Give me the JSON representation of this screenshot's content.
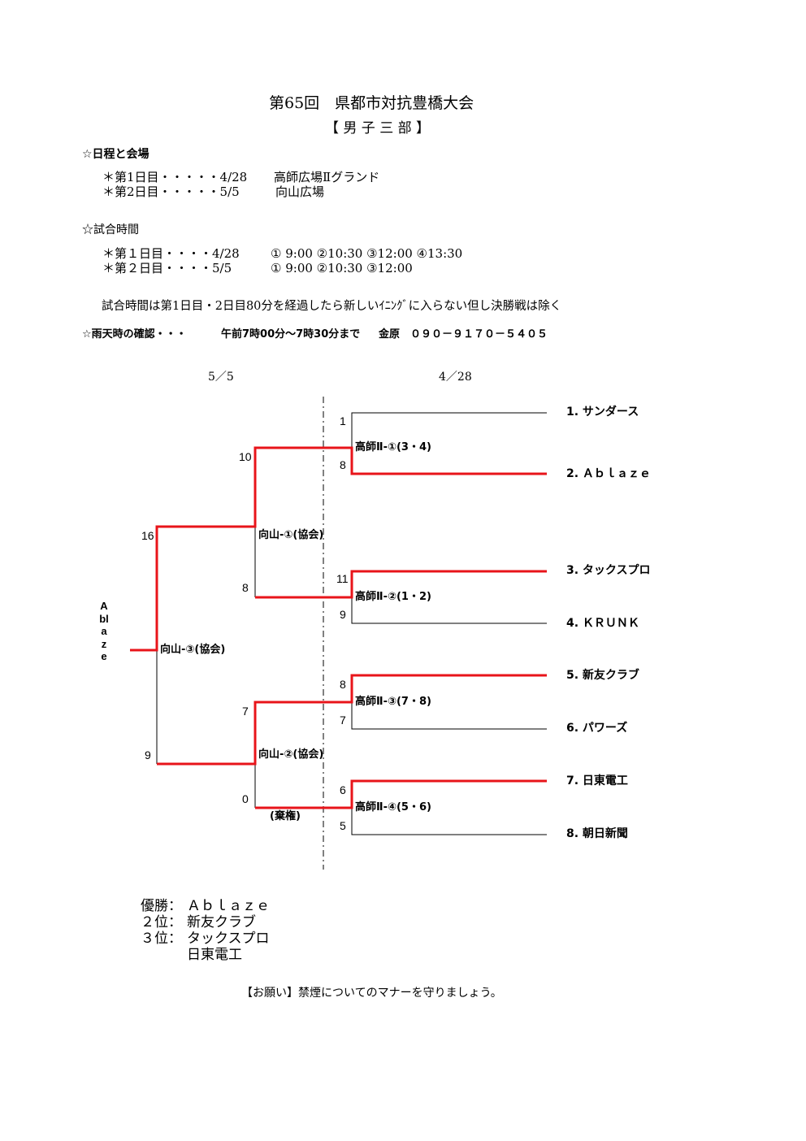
{
  "title": "第65回　県都市対抗豊橋大会",
  "division": "【 男 子 三 部 】",
  "schedule": {
    "heading": "☆日程と会場",
    "rows": [
      {
        "day": "＊第1日目・・・・・4/28",
        "venue": "高師広場Ⅱグランド"
      },
      {
        "day": "＊第2日目・・・・・5/5",
        "venue": "向山広場"
      }
    ]
  },
  "times": {
    "heading": "☆試合時間",
    "rows": [
      {
        "day": "＊第１日目・・・・4/28",
        "slots": "①  9:00  ②10:30  ③12:00  ④13:30"
      },
      {
        "day": "＊第２日目・・・・5/5",
        "slots": "①  9:00  ②10:30  ③12:00"
      }
    ]
  },
  "note": "試合時間は第1日目・2日目80分を経過したら新しいｲﾆﾝｸﾞに入らない但し決勝戦は除く",
  "rain": {
    "label": "☆雨天時の確認・・・",
    "time": "午前7時00分～7時30分まで",
    "contact": "金原　０９０－９１７０－５４０５"
  },
  "bracket": {
    "date_left": "5／5",
    "date_right": "4／28",
    "teams": [
      "1. サンダース",
      "2. Ａｂｌａｚｅ",
      "3. タックスプロ",
      "4. ＫＲＵＮＫ",
      "5. 新友クラブ",
      "6. パワーズ",
      "7. 日東電工",
      "8. 朝日新聞"
    ],
    "r1": [
      {
        "label": "高師Ⅱ-①(3・4)",
        "top": "1",
        "bottom": "8"
      },
      {
        "label": "高師Ⅱ-②(1・2)",
        "top": "11",
        "bottom": "9"
      },
      {
        "label": "高師Ⅱ-③(7・8)",
        "top": "8",
        "bottom": "7"
      },
      {
        "label": "高師Ⅱ-④(5・6)",
        "top": "6",
        "bottom": "5"
      }
    ],
    "r2": [
      {
        "label": "向山-①(協会)",
        "top": "10",
        "bottom": "8"
      },
      {
        "label": "向山-②(協会)",
        "top": "7",
        "bottom": "0",
        "note": "(棄権)"
      }
    ],
    "final": {
      "label": "向山-③(協会)",
      "top": "16",
      "bottom": "9"
    },
    "champion_vertical": "Ablaze",
    "colors": {
      "win": "#e8141a",
      "line": "#000000"
    }
  },
  "results": [
    {
      "label": "優勝：",
      "value": "Ａｂｌａｚｅ"
    },
    {
      "label": "２位：",
      "value": "新友クラブ"
    },
    {
      "label": "３位：",
      "value": "タックスプロ"
    },
    {
      "label": "",
      "value": "日東電工"
    }
  ],
  "request": "【お願い】禁煙についてのマナーを守りましょう。"
}
